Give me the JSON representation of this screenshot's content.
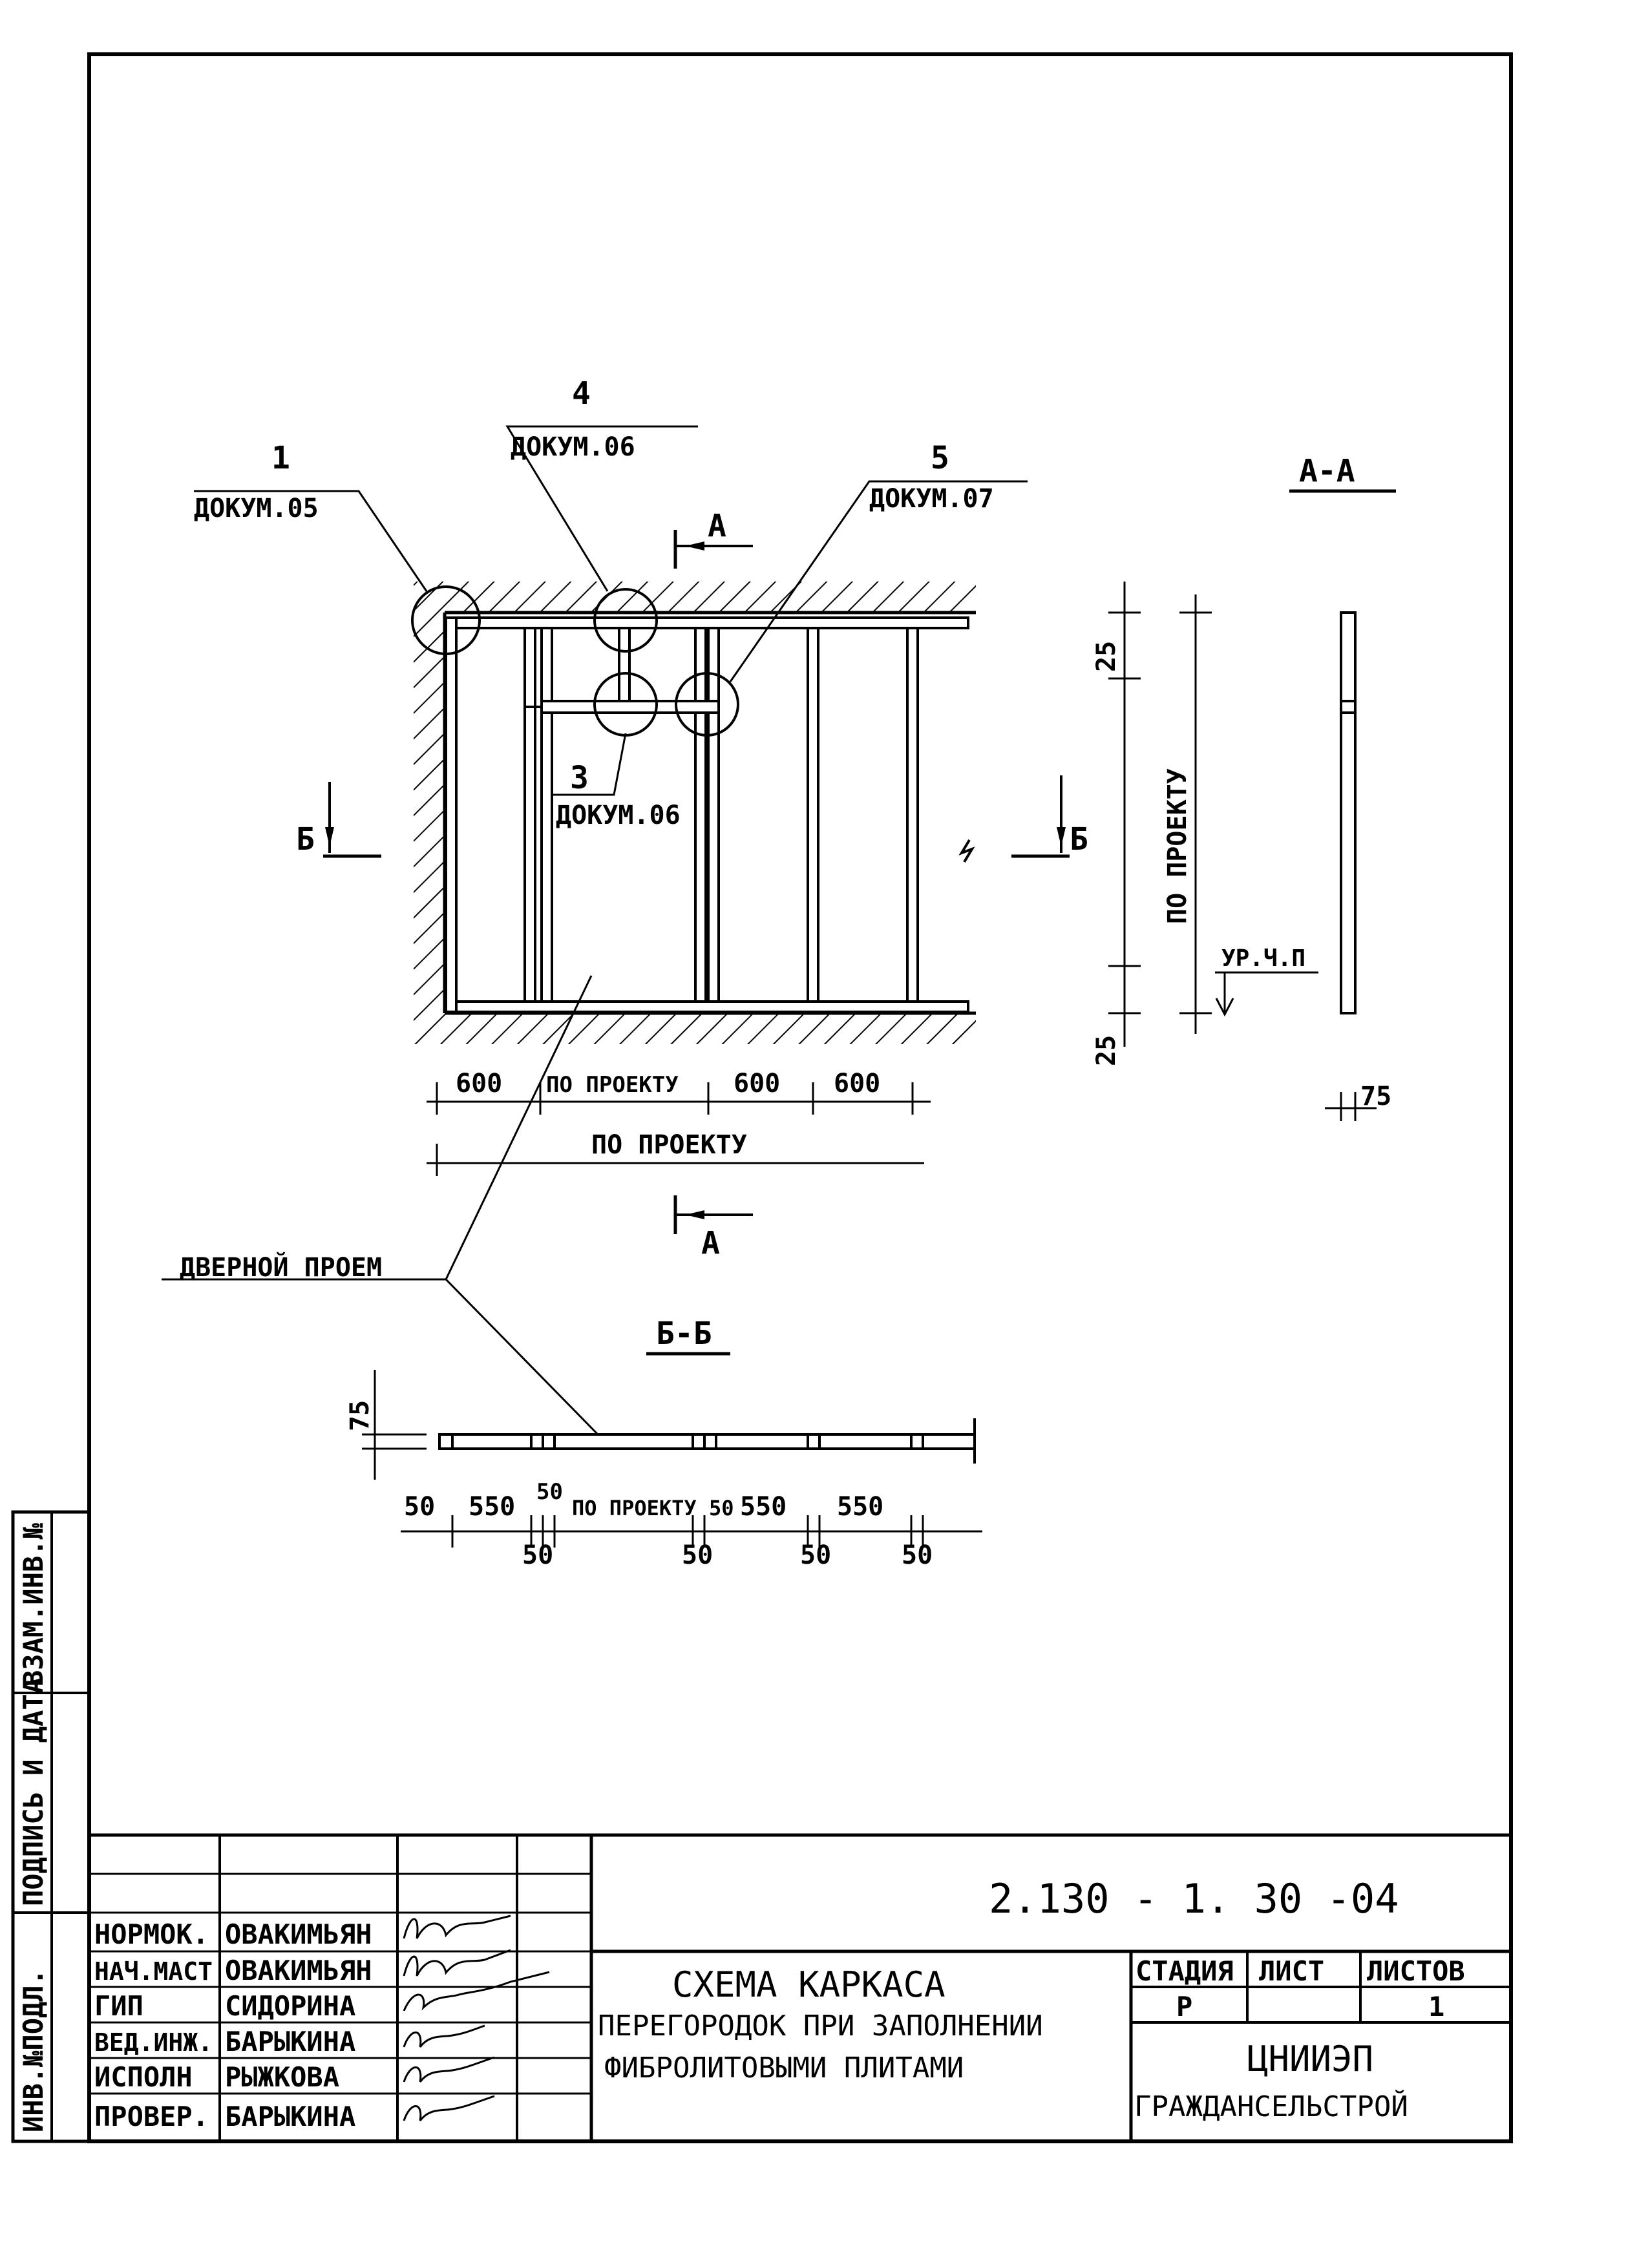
{
  "callouts": {
    "c1": {
      "num": "1",
      "doc": "ДОКУМ.05"
    },
    "c4": {
      "num": "4",
      "doc": "ДОКУМ.06"
    },
    "c5": {
      "num": "5",
      "doc": "ДОКУМ.07"
    },
    "c3": {
      "num": "3",
      "doc": "ДОКУМ.06"
    }
  },
  "section_marks": {
    "a": "А",
    "b": "Б"
  },
  "section_titles": {
    "aa": "А-А",
    "bb": "Б-Б"
  },
  "door_label": "ДВЕРНОЙ ПРОЕМ",
  "plan_dims": {
    "d1": "600",
    "d2": "ПО ПРОЕКТУ",
    "d3": "600",
    "d4": "600",
    "total": "ПО ПРОЕКТУ"
  },
  "section_aa": {
    "top": "25",
    "bottom": "25",
    "height": "ПО ПРОЕКТУ",
    "level": "УР.Ч.П",
    "width": "75"
  },
  "section_bb": {
    "thickness": "75",
    "row1": [
      "50",
      "550",
      "50",
      "ПО ПРОЕКТУ",
      "50",
      "550",
      "550"
    ],
    "row2": [
      "50",
      "50",
      "50",
      "50"
    ]
  },
  "side_stamp": [
    "ИНВ.№ПОДЛ.",
    "ПОДПИСЬ И ДАТА",
    "ВЗАМ.ИНВ.№"
  ],
  "title_block": {
    "code": "2.130 - 1. 30 -04",
    "rows": [
      {
        "role": "НОРМОК.",
        "name": "ОВАКИМЬЯН"
      },
      {
        "role": "НАЧ.МАСТ",
        "name": "ОВАКИМЬЯН"
      },
      {
        "role": "ГИП",
        "name": "СИДОРИНА"
      },
      {
        "role": "ВЕД.ИНЖ.",
        "name": "БАРЫКИНА"
      },
      {
        "role": "ИСПОЛН",
        "name": "РЫЖКОВА"
      },
      {
        "role": "ПРОВЕР.",
        "name": "БАРЫКИНА"
      }
    ],
    "title_line1": "СХЕМА КАРКАСА",
    "title_line2": "ПЕРЕГОРОДОК ПРИ ЗАПОЛНЕНИИ",
    "title_line3": "ФИБРОЛИТОВЫМИ ПЛИТАМИ",
    "stage_label": "СТАДИЯ",
    "sheet_label": "ЛИСТ",
    "sheets_label": "ЛИСТОВ",
    "stage_value": "Р",
    "sheet_value": "",
    "sheets_value": "1",
    "org_line1": "ЦНИИЭП",
    "org_line2": "ГРАЖДАНСЕЛЬСТРОЙ"
  }
}
